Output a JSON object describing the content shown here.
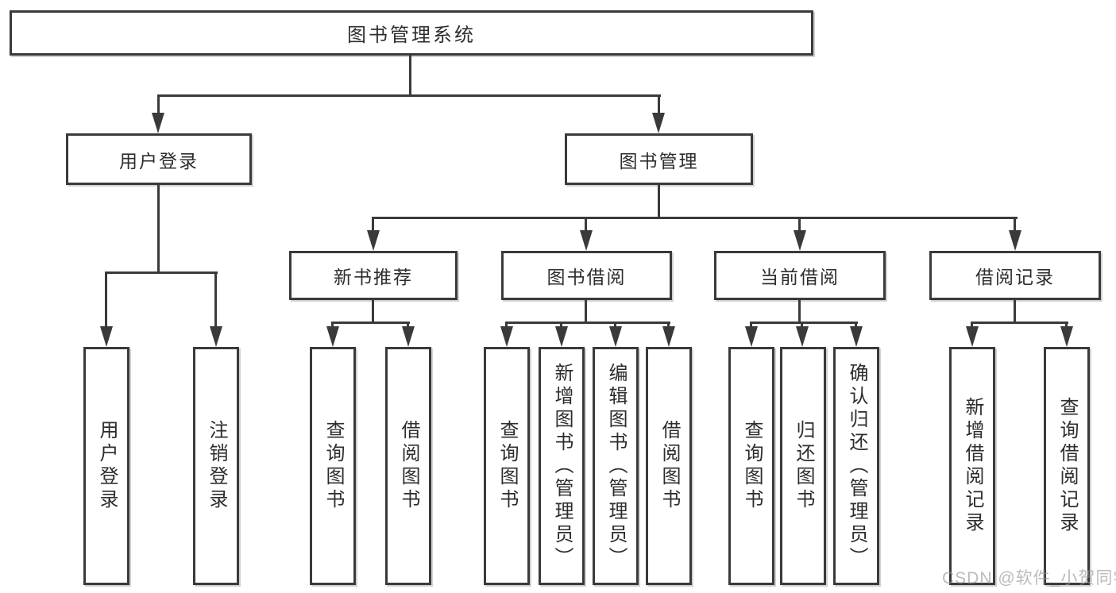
{
  "diagram": {
    "root": {
      "label": "图书管理系统"
    },
    "level2": [
      {
        "id": "user-login",
        "label": "用户登录"
      },
      {
        "id": "book-management",
        "label": "图书管理"
      }
    ],
    "level3": [
      {
        "id": "new-book-recommendation",
        "label": "新书推荐",
        "parent": "图书管理"
      },
      {
        "id": "book-borrowing",
        "label": "图书借阅",
        "parent": "图书管理"
      },
      {
        "id": "current-borrowing",
        "label": "当前借阅",
        "parent": "图书管理"
      },
      {
        "id": "borrowing-records",
        "label": "借阅记录",
        "parent": "图书管理"
      }
    ],
    "level4": [
      {
        "id": "leaf-user-login",
        "label": "用户登录",
        "parent": "用户登录"
      },
      {
        "id": "leaf-logout",
        "label": "注销登录",
        "parent": "用户登录"
      },
      {
        "id": "leaf-query-books-1",
        "label": "查询图书",
        "parent": "新书推荐"
      },
      {
        "id": "leaf-borrow-books-1",
        "label": "借阅图书",
        "parent": "新书推荐"
      },
      {
        "id": "leaf-query-books-2",
        "label": "查询图书",
        "parent": "图书借阅"
      },
      {
        "id": "leaf-add-books-admin",
        "label": "新增图书（管理员）",
        "parent": "图书借阅"
      },
      {
        "id": "leaf-edit-books-admin",
        "label": "编辑图书（管理员）",
        "parent": "图书借阅"
      },
      {
        "id": "leaf-borrow-books-2",
        "label": "借阅图书",
        "parent": "图书借阅"
      },
      {
        "id": "leaf-query-books-3",
        "label": "查询图书",
        "parent": "当前借阅"
      },
      {
        "id": "leaf-return-books",
        "label": "归还图书",
        "parent": "当前借阅"
      },
      {
        "id": "leaf-confirm-return-admin",
        "label": "确认归还（管理员）",
        "parent": "当前借阅"
      },
      {
        "id": "leaf-add-borrow-record",
        "label": "新增借阅记录",
        "parent": "借阅记录"
      },
      {
        "id": "leaf-query-borrow-record",
        "label": "查询借阅记录",
        "parent": "借阅记录"
      }
    ],
    "watermark": "CSDN @软件_小贺同学",
    "colors": {
      "line": "#3a3a3a",
      "text": "#2d2d2d",
      "background": "#ffffff",
      "watermark": "#969696"
    }
  }
}
